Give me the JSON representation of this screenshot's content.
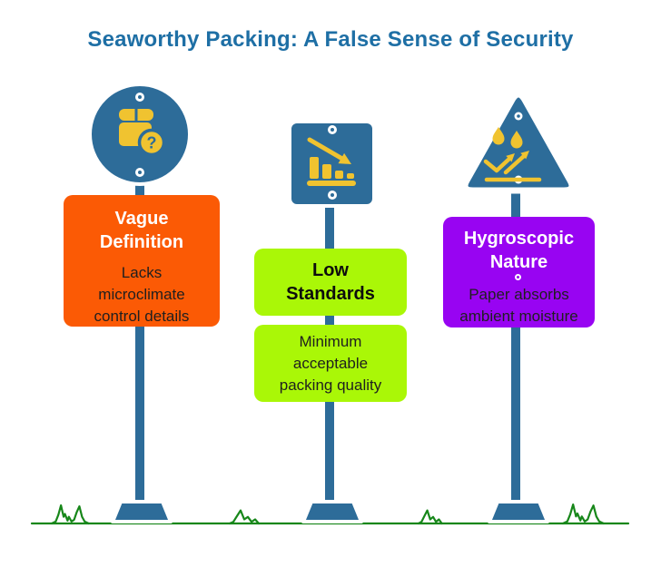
{
  "title": {
    "text": "Seaworthy Packing: A False Sense of Security",
    "color": "#1e6fa5"
  },
  "colors": {
    "sign_blue": "#2d6c99",
    "icon_yellow": "#f0c330",
    "pole_blue": "#2d6c99",
    "grass_green": "#17871a",
    "body_text": "#1f1f1f",
    "background": "#ffffff"
  },
  "icons": {
    "package_question_glyph": "?"
  },
  "signposts": [
    {
      "name": "vague-definition",
      "head": {
        "shape": "circle",
        "icon": "package-question-icon",
        "color": "#2d6c99"
      },
      "panel": {
        "bg": "#fb5a05",
        "heading_color": "#ffffff",
        "heading_line1": "Vague",
        "heading_line2": "Definition",
        "body": "Lacks microclimate control details",
        "body_color": "#1f1f1f"
      }
    },
    {
      "name": "low-standards",
      "head": {
        "shape": "square",
        "icon": "declining-bar-chart-icon",
        "color": "#2d6c99"
      },
      "panel": {
        "bg": "#aaf707",
        "heading_color": "#0d0d0d",
        "heading_line1": "Low",
        "heading_line2": "Standards",
        "body": "Minimum acceptable packing quality",
        "body_color": "#1f1f1f"
      }
    },
    {
      "name": "hygroscopic-nature",
      "head": {
        "shape": "triangle",
        "icon": "moisture-drops-arrows-icon",
        "color": "#2d6c99"
      },
      "panel": {
        "bg": "#9804f2",
        "heading_color": "#ffffff",
        "heading_line1": "Hygroscopic",
        "heading_line2": "Nature",
        "body": "Paper absorbs ambient moisture",
        "body_color": "#1f1f1f"
      }
    }
  ],
  "ground": {
    "color": "#17871a"
  }
}
